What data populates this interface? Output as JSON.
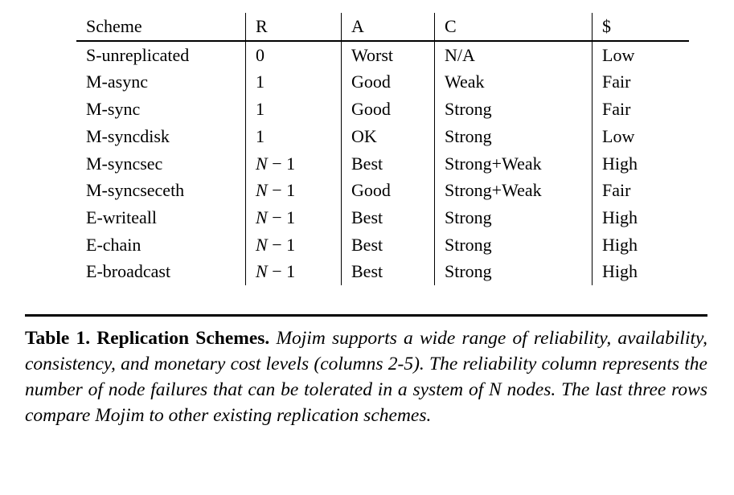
{
  "table": {
    "columns": [
      "Scheme",
      "R",
      "A",
      "C",
      "$"
    ],
    "rows": [
      [
        "S-unreplicated",
        "0",
        "Worst",
        "N/A",
        "Low"
      ],
      [
        "M-async",
        "1",
        "Good",
        "Weak",
        "Fair"
      ],
      [
        "M-sync",
        "1",
        "Good",
        "Strong",
        "Fair"
      ],
      [
        "M-syncdisk",
        "1",
        "OK",
        "Strong",
        "Low"
      ],
      [
        "M-syncsec",
        "N − 1",
        "Best",
        "Strong+Weak",
        "High"
      ],
      [
        "M-syncseceth",
        "N − 1",
        "Good",
        "Strong+Weak",
        "Fair"
      ],
      [
        "E-writeall",
        "N − 1",
        "Best",
        "Strong",
        "High"
      ],
      [
        "E-chain",
        "N − 1",
        "Best",
        "Strong",
        "High"
      ],
      [
        "E-broadcast",
        "N − 1",
        "Best",
        "Strong",
        "High"
      ]
    ]
  },
  "caption": {
    "label": "Table 1.",
    "title": "Replication Schemes.",
    "body": "Mojim supports a wide range of reliability, availability, consistency, and monetary cost levels (columns 2-5). The reliability column represents the number of node failures that can be tolerated in a system of N nodes. The last three rows compare Mojim to other existing replication schemes."
  }
}
